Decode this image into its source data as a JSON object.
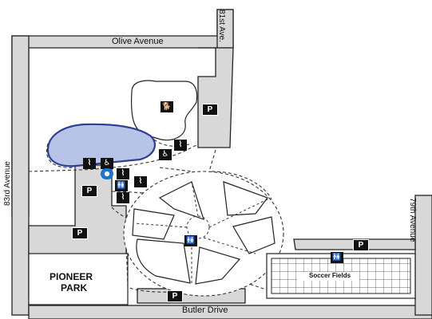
{
  "streets": {
    "olive": "Olive Avenue",
    "ave81": "81st Ave.",
    "ave83": "83rd Avenue",
    "ave79": "79th Avenue",
    "butler": "Butler Drive"
  },
  "places": {
    "park_line1": "PIONEER",
    "park_line2": "PARK",
    "soccer": "Soccer Fields"
  },
  "symbols": {
    "parking": "P",
    "restroom": "🚻",
    "accessible": "♿",
    "dog": "🐕",
    "swing": "⌇",
    "drop": "●"
  },
  "colors": {
    "road": "#d8d8d8",
    "road_edge": "#222222",
    "lake": "#b8c3e8",
    "lake_edge": "#2f3f94",
    "sign": "#111111",
    "drop": "#1b74c9"
  }
}
